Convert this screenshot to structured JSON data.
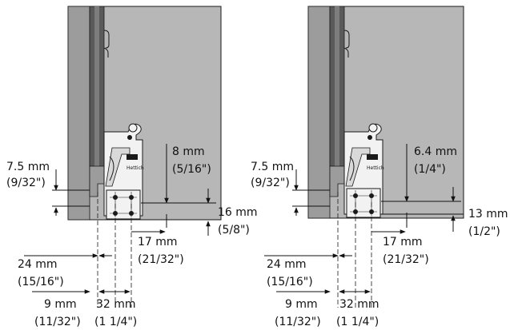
{
  "colors": {
    "panel": "#b7b7b7",
    "side_wall": "#9c9c9c",
    "runner_dark": "#5a5a5a",
    "runner_mid": "#7d7d7d",
    "hardware": "#f2f2f2",
    "outline": "#1a1a1a",
    "text": "#111111"
  },
  "diagrams": [
    {
      "thickness_top": {
        "mm": "7.5 mm",
        "in": "(9/32\")"
      },
      "height_right": {
        "mm": "8 mm",
        "in": "(5/16\")"
      },
      "bottom_gap": {
        "mm": "16 mm",
        "in": "(5/8\")"
      },
      "offset_mid": {
        "mm": "17 mm",
        "in": "(21/32\")"
      },
      "depth_left": {
        "mm": "24 mm",
        "in": "(15/16\")"
      },
      "edge_left": {
        "mm": "9 mm",
        "in": "(11/32\")"
      },
      "hole_spacing": {
        "mm": "32 mm",
        "in": "(1 1/4\")"
      }
    },
    {
      "thickness_top": {
        "mm": "7.5 mm",
        "in": "(9/32\")"
      },
      "height_right": {
        "mm": "6.4 mm",
        "in": "(1/4\")"
      },
      "bottom_gap": {
        "mm": "13 mm",
        "in": "(1/2\")"
      },
      "offset_mid": {
        "mm": "17 mm",
        "in": "(21/32\")"
      },
      "depth_left": {
        "mm": "24 mm",
        "in": "(15/16\")"
      },
      "edge_left": {
        "mm": "9 mm",
        "in": "(11/32\")"
      },
      "hole_spacing": {
        "mm": "32 mm",
        "in": "(1 1/4\")"
      }
    }
  ]
}
